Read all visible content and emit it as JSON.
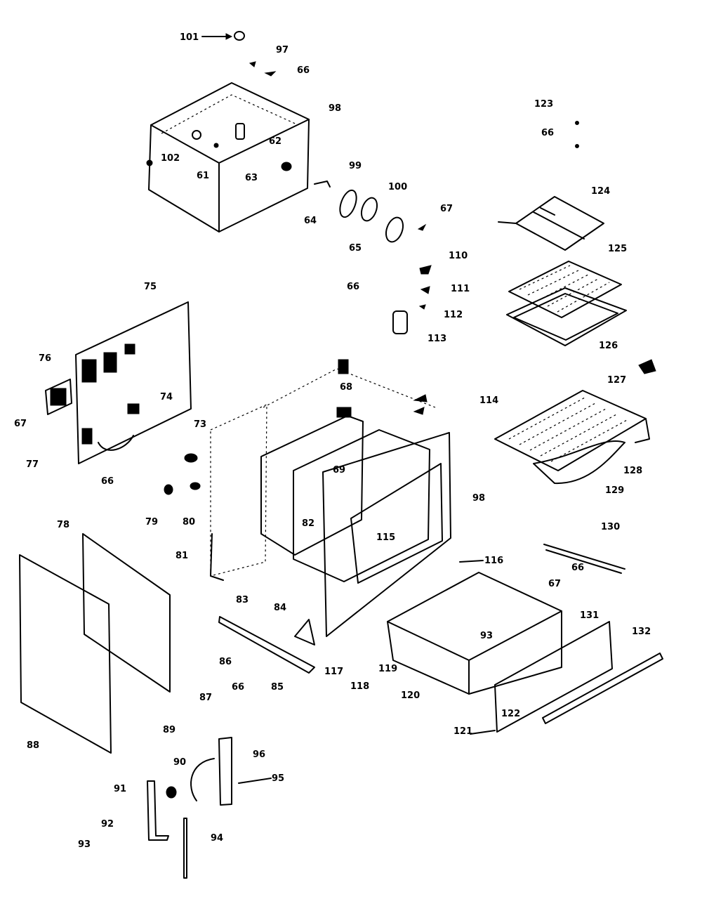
{
  "diagram": {
    "callouts": [
      {
        "id": "c101",
        "text": "101"
      },
      {
        "id": "c97a",
        "text": "97"
      },
      {
        "id": "c66a",
        "text": "66"
      },
      {
        "id": "c98a",
        "text": "98"
      },
      {
        "id": "c102",
        "text": "102"
      },
      {
        "id": "c62",
        "text": "62"
      },
      {
        "id": "c61",
        "text": "61"
      },
      {
        "id": "c63",
        "text": "63"
      },
      {
        "id": "c99",
        "text": "99"
      },
      {
        "id": "c100",
        "text": "100"
      },
      {
        "id": "c64",
        "text": "64"
      },
      {
        "id": "c65",
        "text": "65"
      },
      {
        "id": "c67a",
        "text": "67"
      },
      {
        "id": "c123",
        "text": "123"
      },
      {
        "id": "c66b",
        "text": "66"
      },
      {
        "id": "c124",
        "text": "124"
      },
      {
        "id": "c125",
        "text": "125"
      },
      {
        "id": "c126",
        "text": "126"
      },
      {
        "id": "c110",
        "text": "110"
      },
      {
        "id": "c66c",
        "text": "66"
      },
      {
        "id": "c111",
        "text": "111"
      },
      {
        "id": "c112",
        "text": "112"
      },
      {
        "id": "c113",
        "text": "113"
      },
      {
        "id": "c75",
        "text": "75"
      },
      {
        "id": "c76",
        "text": "76"
      },
      {
        "id": "c74",
        "text": "74"
      },
      {
        "id": "c73",
        "text": "73"
      },
      {
        "id": "c67b",
        "text": "67"
      },
      {
        "id": "c77",
        "text": "77"
      },
      {
        "id": "c66d",
        "text": "66"
      },
      {
        "id": "c68",
        "text": "68"
      },
      {
        "id": "c114",
        "text": "114"
      },
      {
        "id": "c127",
        "text": "127"
      },
      {
        "id": "c128",
        "text": "128"
      },
      {
        "id": "c129",
        "text": "129"
      },
      {
        "id": "c69",
        "text": "69"
      },
      {
        "id": "c98b",
        "text": "98"
      },
      {
        "id": "c79",
        "text": "79"
      },
      {
        "id": "c80",
        "text": "80"
      },
      {
        "id": "c82",
        "text": "82"
      },
      {
        "id": "c115",
        "text": "115"
      },
      {
        "id": "c78",
        "text": "78"
      },
      {
        "id": "c81",
        "text": "81"
      },
      {
        "id": "c116",
        "text": "116"
      },
      {
        "id": "c130",
        "text": "130"
      },
      {
        "id": "c66e",
        "text": "66"
      },
      {
        "id": "c67c",
        "text": "67"
      },
      {
        "id": "c131",
        "text": "131"
      },
      {
        "id": "c83",
        "text": "83"
      },
      {
        "id": "c84",
        "text": "84"
      },
      {
        "id": "c93a",
        "text": "93"
      },
      {
        "id": "c132",
        "text": "132"
      },
      {
        "id": "c86",
        "text": "86"
      },
      {
        "id": "c117",
        "text": "117"
      },
      {
        "id": "c119",
        "text": "119"
      },
      {
        "id": "c87",
        "text": "87"
      },
      {
        "id": "c66f",
        "text": "66"
      },
      {
        "id": "c85",
        "text": "85"
      },
      {
        "id": "c118",
        "text": "118"
      },
      {
        "id": "c120",
        "text": "120"
      },
      {
        "id": "c122",
        "text": "122"
      },
      {
        "id": "c121",
        "text": "121"
      },
      {
        "id": "c88",
        "text": "88"
      },
      {
        "id": "c89",
        "text": "89"
      },
      {
        "id": "c96",
        "text": "96"
      },
      {
        "id": "c90",
        "text": "90"
      },
      {
        "id": "c95",
        "text": "95"
      },
      {
        "id": "c91",
        "text": "91"
      },
      {
        "id": "c92",
        "text": "92"
      },
      {
        "id": "c93b",
        "text": "93"
      },
      {
        "id": "c94",
        "text": "94"
      }
    ]
  }
}
